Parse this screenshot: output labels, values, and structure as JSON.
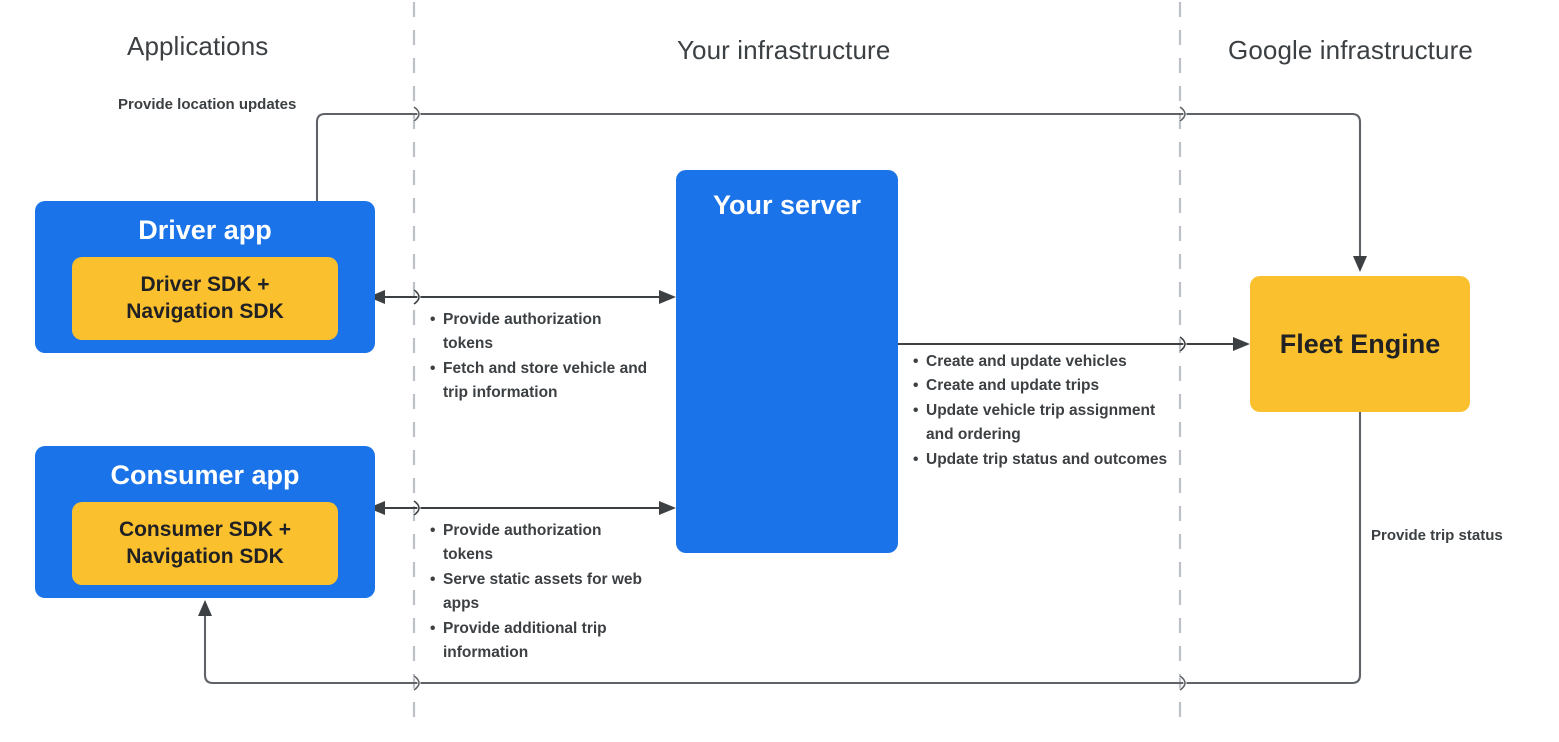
{
  "columns": {
    "applications": "Applications",
    "your_infrastructure": "Your infrastructure",
    "google_infrastructure": "Google infrastructure"
  },
  "nodes": {
    "driver_app": {
      "title": "Driver app",
      "sdk_line1": "Driver SDK +",
      "sdk_line2": "Navigation SDK"
    },
    "consumer_app": {
      "title": "Consumer app",
      "sdk_line1": "Consumer SDK +",
      "sdk_line2": "Navigation SDK"
    },
    "your_server": {
      "title": "Your server"
    },
    "fleet_engine": {
      "title": "Fleet Engine"
    }
  },
  "edges": {
    "location_updates": "Provide location updates",
    "trip_status": "Provide trip status",
    "driver_to_server": [
      "Provide authorization tokens",
      "Fetch and store vehicle and trip information"
    ],
    "consumer_to_server": [
      "Provide authorization tokens",
      "Serve static assets for web apps",
      "Provide additional trip information"
    ],
    "server_to_fleet_engine": [
      "Create and update vehicles",
      "Create and update trips",
      "Update vehicle trip assignment and ordering",
      "Update trip status and outcomes"
    ]
  },
  "colors": {
    "app_blue": "#1a73e8",
    "sdk_yellow": "#fbc02d",
    "fleet_engine_yellow": "#fbc02d",
    "text_dark": "#3c4043",
    "text_white": "#ffffff",
    "connector": "#5f6368",
    "divider": "#bdc1c6"
  }
}
